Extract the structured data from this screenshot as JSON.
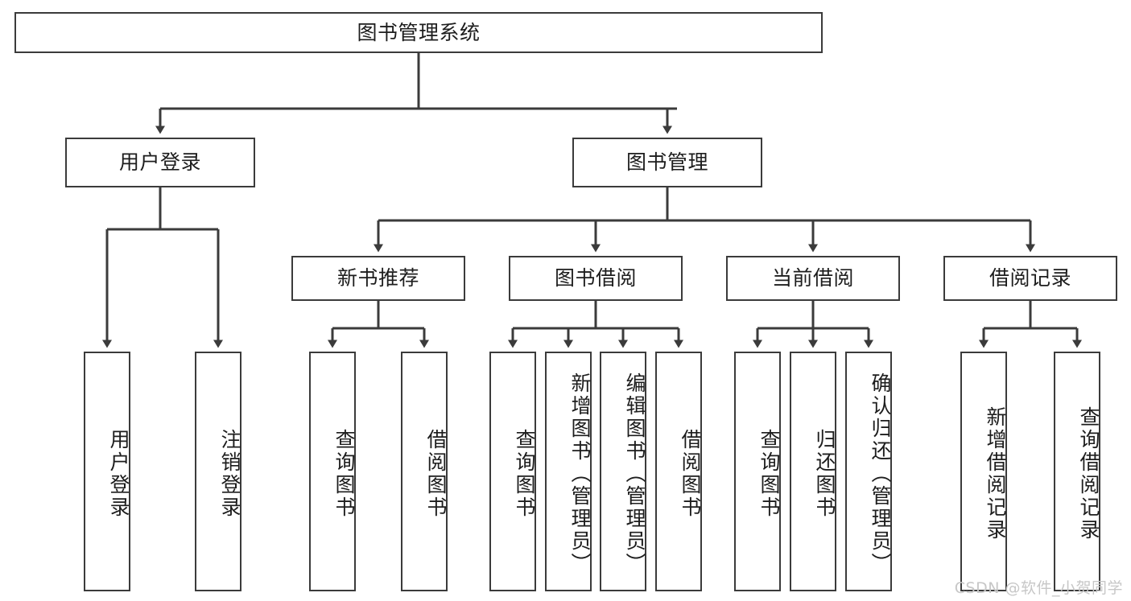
{
  "diagram": {
    "type": "tree",
    "title": "图书管理系统",
    "orientation": "top-down",
    "colors": {
      "box_border": "#3b3b3b",
      "box_fill": "#ffffff",
      "text": "#1d1d1d",
      "connector": "#3b3b3b",
      "watermark": "#c7c7c7"
    },
    "root": {
      "label": "图书管理系统"
    },
    "level2": [
      {
        "id": "user-login",
        "label": "用户登录"
      },
      {
        "id": "book-manage",
        "label": "图书管理"
      }
    ],
    "level3": [
      {
        "id": "new-book-recommend",
        "label": "新书推荐"
      },
      {
        "id": "book-borrow",
        "label": "图书借阅"
      },
      {
        "id": "current-borrow",
        "label": "当前借阅"
      },
      {
        "id": "borrow-record",
        "label": "借阅记录"
      }
    ],
    "leaves": {
      "user_login": [
        {
          "id": "leaf-user-login",
          "label": "用户登录"
        },
        {
          "id": "leaf-logout",
          "label": "注销登录"
        }
      ],
      "new_book_recommend": [
        {
          "id": "leaf-query-book-1",
          "label": "查询图书"
        },
        {
          "id": "leaf-borrow-book-1",
          "label": "借阅图书"
        }
      ],
      "book_borrow": [
        {
          "id": "leaf-query-book-2",
          "label": "查询图书"
        },
        {
          "id": "leaf-add-book",
          "label": "新增图书（管理员）"
        },
        {
          "id": "leaf-edit-book",
          "label": "编辑图书（管理员）"
        },
        {
          "id": "leaf-borrow-book-2",
          "label": "借阅图书"
        }
      ],
      "current_borrow": [
        {
          "id": "leaf-query-book-3",
          "label": "查询图书"
        },
        {
          "id": "leaf-return-book",
          "label": "归还图书"
        },
        {
          "id": "leaf-confirm-return",
          "label": "确认归还（管理员）"
        }
      ],
      "borrow_record": [
        {
          "id": "leaf-add-record",
          "label": "新增借阅记录"
        },
        {
          "id": "leaf-query-record",
          "label": "查询借阅记录"
        }
      ]
    }
  },
  "watermark": {
    "text": "CSDN @软件_小贺同学"
  }
}
